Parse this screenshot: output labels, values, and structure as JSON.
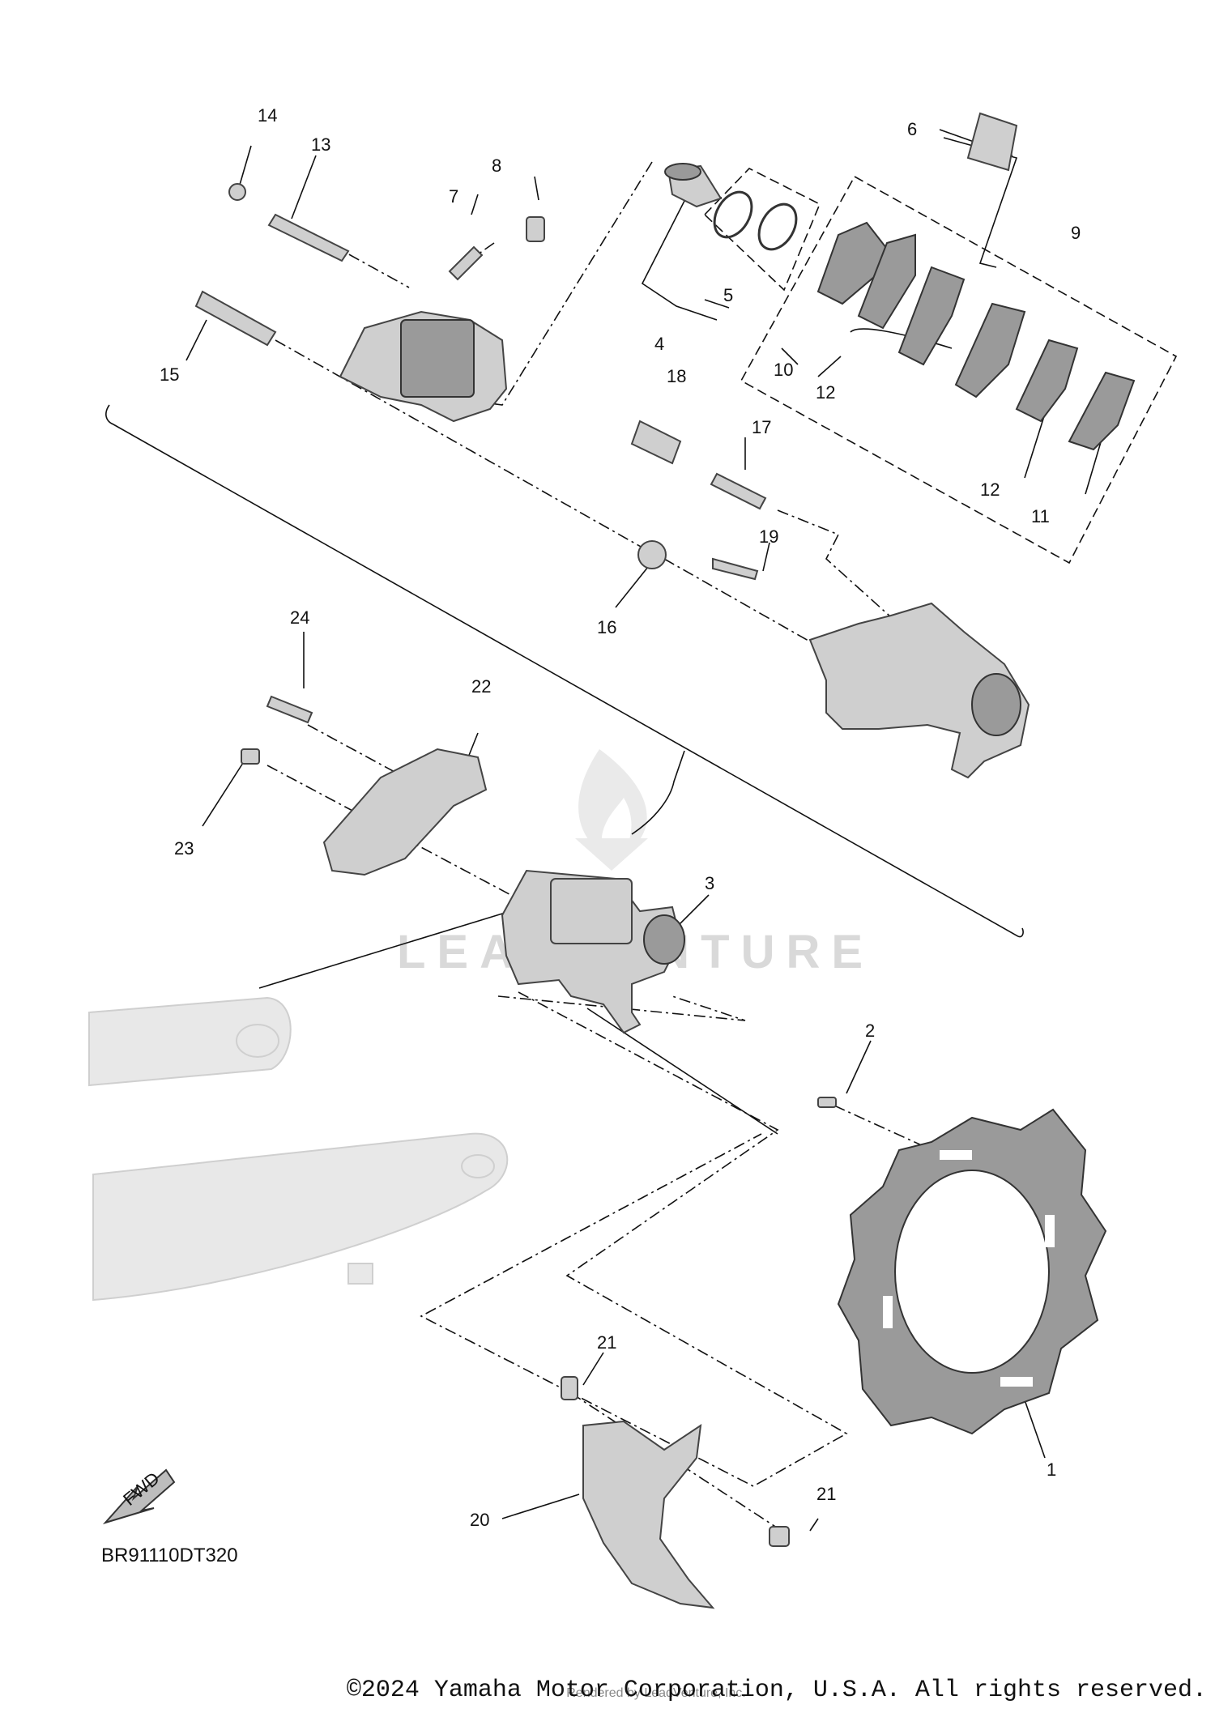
{
  "diagram_code": "BR91110DT320",
  "fwd_label": "FWD",
  "watermark": "LEADVENTURE",
  "copyright": "©2024 Yamaha Motor Corporation, U.S.A. All rights reserved.",
  "rendered_by": "Rendered by LeadVenture, Inc.",
  "callouts": {
    "c1": "1",
    "c2": "2",
    "c3": "3",
    "c4": "4",
    "c5": "5",
    "c6": "6",
    "c7": "7",
    "c8": "8",
    "c9": "9",
    "c10": "10",
    "c11": "11",
    "c12a": "12",
    "c12b": "12",
    "c13": "13",
    "c14": "14",
    "c15": "15",
    "c16": "16",
    "c17": "17",
    "c18": "18",
    "c19": "19",
    "c20": "20",
    "c21a": "21",
    "c21b": "21",
    "c22": "22",
    "c23": "23",
    "c24": "24"
  }
}
